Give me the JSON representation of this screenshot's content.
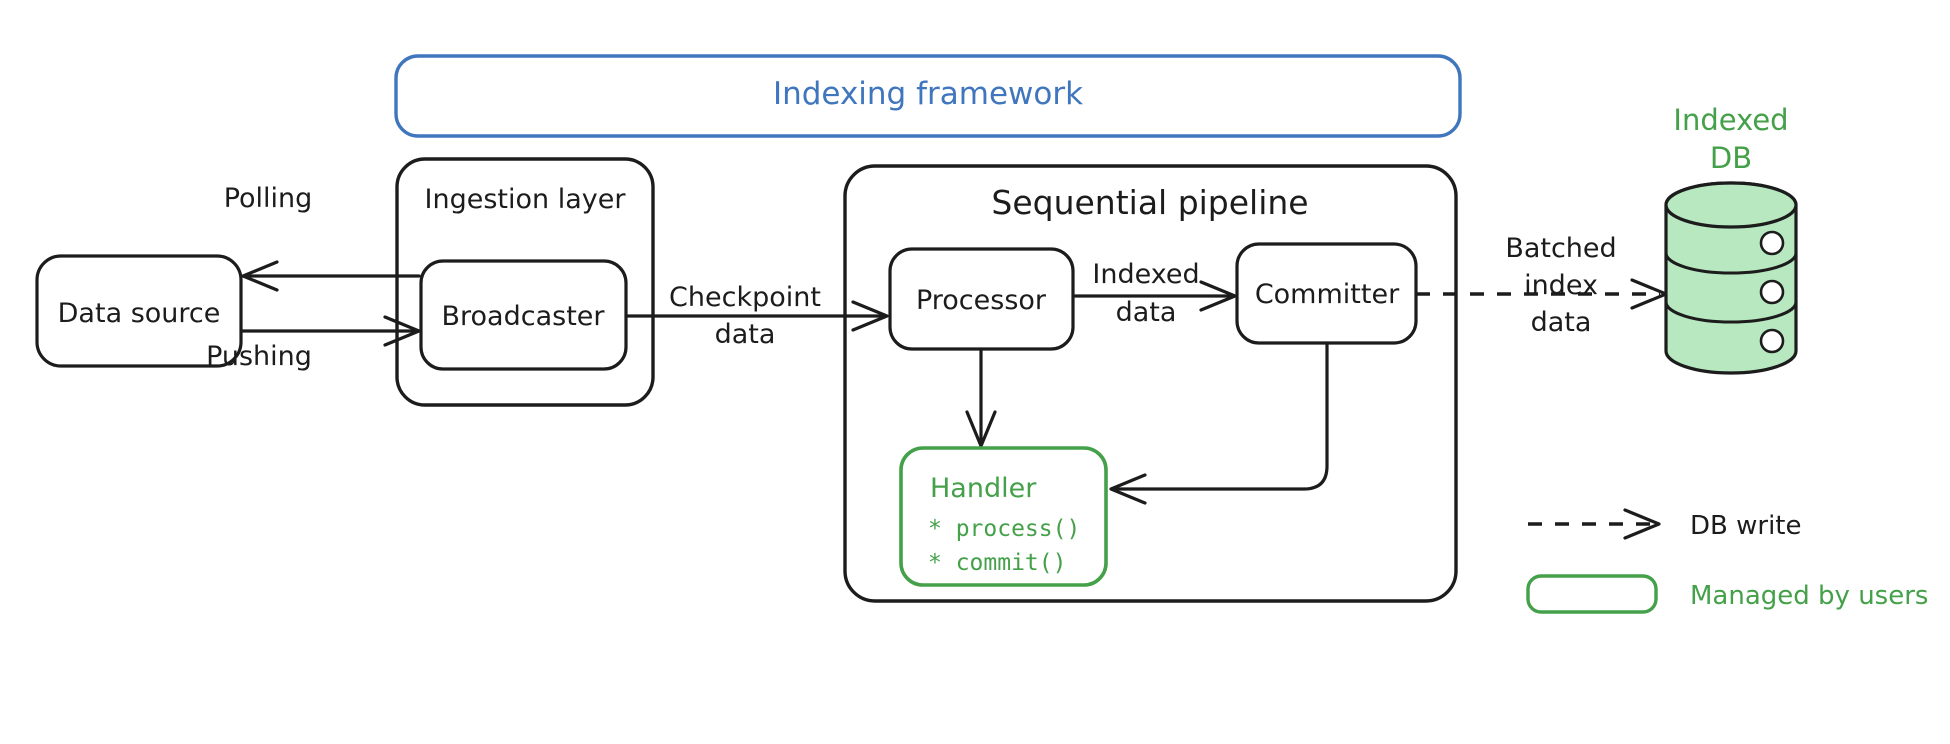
{
  "diagram": {
    "title": "Indexing framework architecture",
    "colors": {
      "blue": "#3f76bd",
      "green": "#44a049",
      "dark": "#1c1c1c",
      "db_fill": "#b7e8c0",
      "background": "#ffffff"
    }
  },
  "framework": {
    "label": "Indexing framework"
  },
  "nodes": {
    "data_source": {
      "label": "Data source"
    },
    "ingestion_layer": {
      "label": "Ingestion layer"
    },
    "broadcaster": {
      "label": "Broadcaster"
    },
    "sequential_pipeline": {
      "label": "Sequential pipeline"
    },
    "processor": {
      "label": "Processor"
    },
    "committer": {
      "label": "Committer"
    },
    "handler": {
      "label": "Handler",
      "methods": [
        "* process()",
        "* commit()"
      ]
    },
    "indexed_db": {
      "label_line1": "Indexed",
      "label_line2": "DB"
    }
  },
  "edges": {
    "polling": {
      "label": "Polling"
    },
    "pushing": {
      "label": "Pushing"
    },
    "checkpoint": {
      "label_line1": "Checkpoint",
      "label_line2": "data"
    },
    "indexed": {
      "label_line1": "Indexed",
      "label_line2": "data"
    },
    "batched": {
      "label_line1": "Batched",
      "label_line2": "index",
      "label_line3": "data"
    }
  },
  "legend": {
    "items": [
      {
        "kind": "dashed-arrow",
        "label": "DB write",
        "color": "#1c1c1c"
      },
      {
        "kind": "green-box",
        "label": "Managed by users",
        "color": "#44a049"
      }
    ]
  }
}
